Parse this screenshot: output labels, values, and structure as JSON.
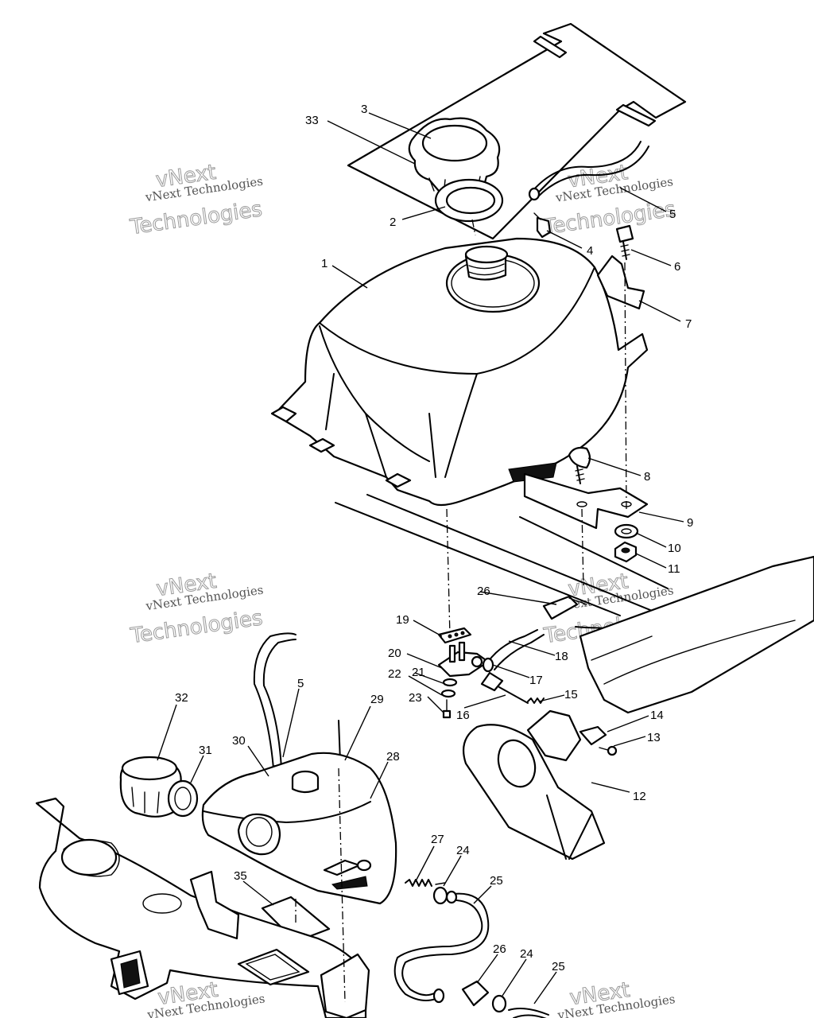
{
  "callouts": [
    {
      "id": "c33",
      "text": "33"
    },
    {
      "id": "c3",
      "text": "3"
    },
    {
      "id": "c2",
      "text": "2"
    },
    {
      "id": "c1",
      "text": "1"
    },
    {
      "id": "c5a",
      "text": "5"
    },
    {
      "id": "c4",
      "text": "4"
    },
    {
      "id": "c6",
      "text": "6"
    },
    {
      "id": "c7",
      "text": "7"
    },
    {
      "id": "c8",
      "text": "8"
    },
    {
      "id": "c9",
      "text": "9"
    },
    {
      "id": "c10",
      "text": "10"
    },
    {
      "id": "c11",
      "text": "11"
    },
    {
      "id": "c26a",
      "text": "26"
    },
    {
      "id": "c19",
      "text": "19"
    },
    {
      "id": "c18",
      "text": "18"
    },
    {
      "id": "c20",
      "text": "20"
    },
    {
      "id": "c17",
      "text": "17"
    },
    {
      "id": "c21",
      "text": "21"
    },
    {
      "id": "c22",
      "text": "22"
    },
    {
      "id": "c23",
      "text": "23"
    },
    {
      "id": "c16",
      "text": "16"
    },
    {
      "id": "c15",
      "text": "15"
    },
    {
      "id": "c14",
      "text": "14"
    },
    {
      "id": "c13",
      "text": "13"
    },
    {
      "id": "c12",
      "text": "12"
    },
    {
      "id": "c32",
      "text": "32"
    },
    {
      "id": "c5b",
      "text": "5"
    },
    {
      "id": "c29",
      "text": "29"
    },
    {
      "id": "c30",
      "text": "30"
    },
    {
      "id": "c31",
      "text": "31"
    },
    {
      "id": "c28",
      "text": "28"
    },
    {
      "id": "c27",
      "text": "27"
    },
    {
      "id": "c24a",
      "text": "24"
    },
    {
      "id": "c25a",
      "text": "25"
    },
    {
      "id": "c35",
      "text": "35"
    },
    {
      "id": "c26b",
      "text": "26"
    },
    {
      "id": "c24b",
      "text": "24"
    },
    {
      "id": "c25b",
      "text": "25"
    }
  ],
  "watermark": {
    "company": "vNext Technologies",
    "brand": "vNext",
    "word": "Technologies"
  }
}
